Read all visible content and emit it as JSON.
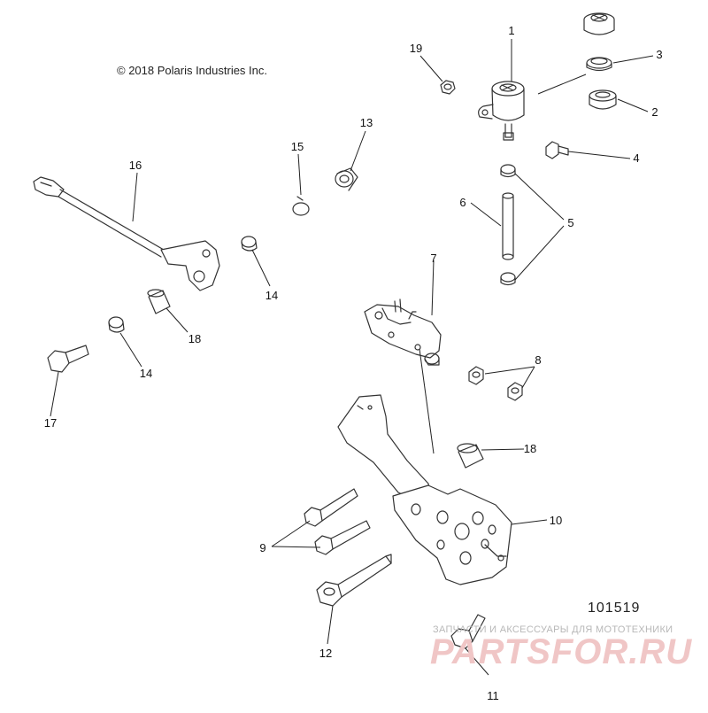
{
  "copyright": "© 2018 Polaris Industries Inc.",
  "drawing_number": "101519",
  "watermark": {
    "tagline": "ЗАПЧАСТИ И АКСЕССУАРЫ ДЛЯ МОТОТЕХНИКИ",
    "logo": "PARTSFOR.RU",
    "color": "#f0c6c6"
  },
  "callouts": {
    "c1": "1",
    "c2": "2",
    "c3": "3",
    "c4": "4",
    "c5": "5",
    "c6": "6",
    "c7": "7",
    "c8": "8",
    "c9": "9",
    "c10": "10",
    "c11": "11",
    "c12": "12",
    "c13": "13",
    "c14a": "14",
    "c14b": "14",
    "c15": "15",
    "c16": "16",
    "c17": "17",
    "c18a": "18",
    "c18b": "18",
    "c19": "19"
  },
  "line_color": "#333333"
}
